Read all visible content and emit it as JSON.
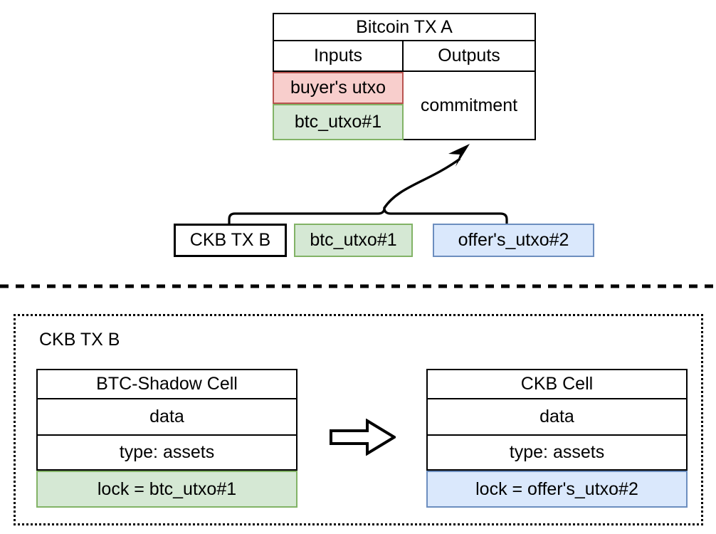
{
  "diagram": {
    "title_semantic": "btc-shadow-cell-transfer-diagram",
    "colors": {
      "pink_fill": "#f8cecc",
      "pink_stroke": "#b85450",
      "green_fill": "#d5e8d4",
      "green_stroke": "#82b366",
      "blue_fill": "#dae8fc",
      "blue_stroke": "#6c8ebf",
      "stroke": "#000000",
      "background": "#ffffff"
    }
  },
  "bitcoin_tx": {
    "title": "Bitcoin TX A",
    "inputs_header": "Inputs",
    "outputs_header": "Outputs",
    "inputs": [
      {
        "label": "buyer's utxo",
        "color": "pink"
      },
      {
        "label": "btc_utxo#1",
        "color": "green"
      }
    ],
    "outputs": [
      {
        "label": "commitment",
        "color": "none"
      }
    ]
  },
  "ckb_tx_row": {
    "label": "CKB TX B",
    "items": [
      {
        "label": "btc_utxo#1",
        "color": "green"
      },
      {
        "label": "offer's_utxo#2",
        "color": "blue"
      }
    ]
  },
  "connector": {
    "name": "brace-to-commitment-arrow"
  },
  "divider": {
    "name": "dashed-section-divider"
  },
  "ckb_tx_panel": {
    "title": "CKB TX B",
    "transform_arrow": "transform-arrow",
    "source_cell": {
      "title": "BTC-Shadow Cell",
      "rows": [
        {
          "label": "data",
          "color": "none"
        },
        {
          "label": "type: assets",
          "color": "none"
        },
        {
          "label": "lock = btc_utxo#1",
          "color": "green"
        }
      ]
    },
    "target_cell": {
      "title": "CKB Cell",
      "rows": [
        {
          "label": "data",
          "color": "none"
        },
        {
          "label": "type: assets",
          "color": "none"
        },
        {
          "label": "lock = offer's_utxo#2",
          "color": "blue"
        }
      ]
    }
  }
}
